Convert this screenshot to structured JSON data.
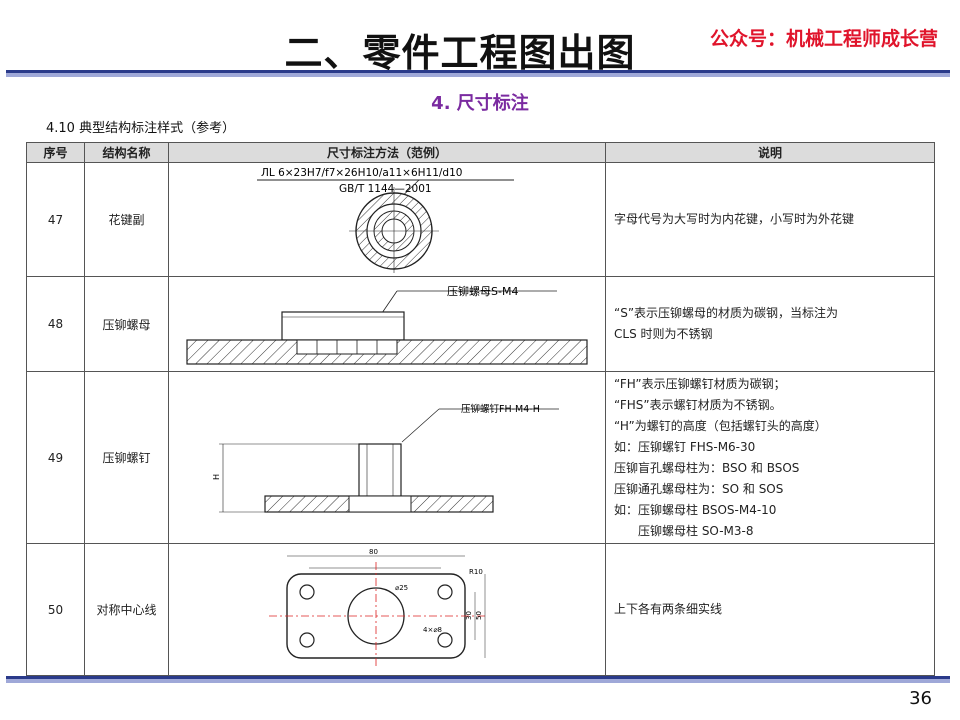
{
  "header": {
    "title": "二、零件工程图出图",
    "brand": "公众号：机械工程师成长营",
    "section": "4. 尺寸标注",
    "subtitle": "4.10 典型结构标注样式（参考）"
  },
  "table": {
    "columns": [
      "序号",
      "结构名称",
      "尺寸标注方法（范例）",
      "说明"
    ],
    "rows": [
      {
        "no": "47",
        "name": "花键副",
        "fig_line1": "ЛL 6×23H7/f7×26H10/a11×6H11/d10",
        "fig_line2": "GB/T 1144—2001",
        "desc": [
          "字母代号为大写时为内花键，小写时为外花键"
        ]
      },
      {
        "no": "48",
        "name": "压铆螺母",
        "fig_label": "压铆螺母S-M4",
        "desc": [
          "“S”表示压铆螺母的材质为碳钢，当标注为",
          "CLS 时则为不锈钢"
        ]
      },
      {
        "no": "49",
        "name": "压铆螺钉",
        "fig_label": "压铆螺钉FH-M4-H",
        "fig_dim": "H",
        "desc": [
          "“FH”表示压铆螺钉材质为碳钢；",
          "“FHS”表示螺钉材质为不锈钢。",
          "“H”为螺钉的高度（包括螺钉头的高度）",
          "如：压铆螺钉 FHS-M6-30",
          "压铆盲孔螺母柱为：BSO 和 BSOS",
          "压铆通孔螺母柱为：SO 和 SOS",
          "如：压铆螺母柱 BSOS-M4-10",
          "　　压铆螺母柱 SO-M3-8"
        ]
      },
      {
        "no": "50",
        "name": "对称中心线",
        "fig_dims": {
          "width": "80",
          "radius": "R10",
          "hole": "⌀25",
          "small_hole": "4×⌀8",
          "h1": "50",
          "h2": "30"
        },
        "desc": [
          "上下各有两条细实线"
        ]
      }
    ]
  },
  "page_number": "36",
  "colors": {
    "brand": "#e0142b",
    "section": "#7a2aa0",
    "bar": "#2a3a8a"
  }
}
